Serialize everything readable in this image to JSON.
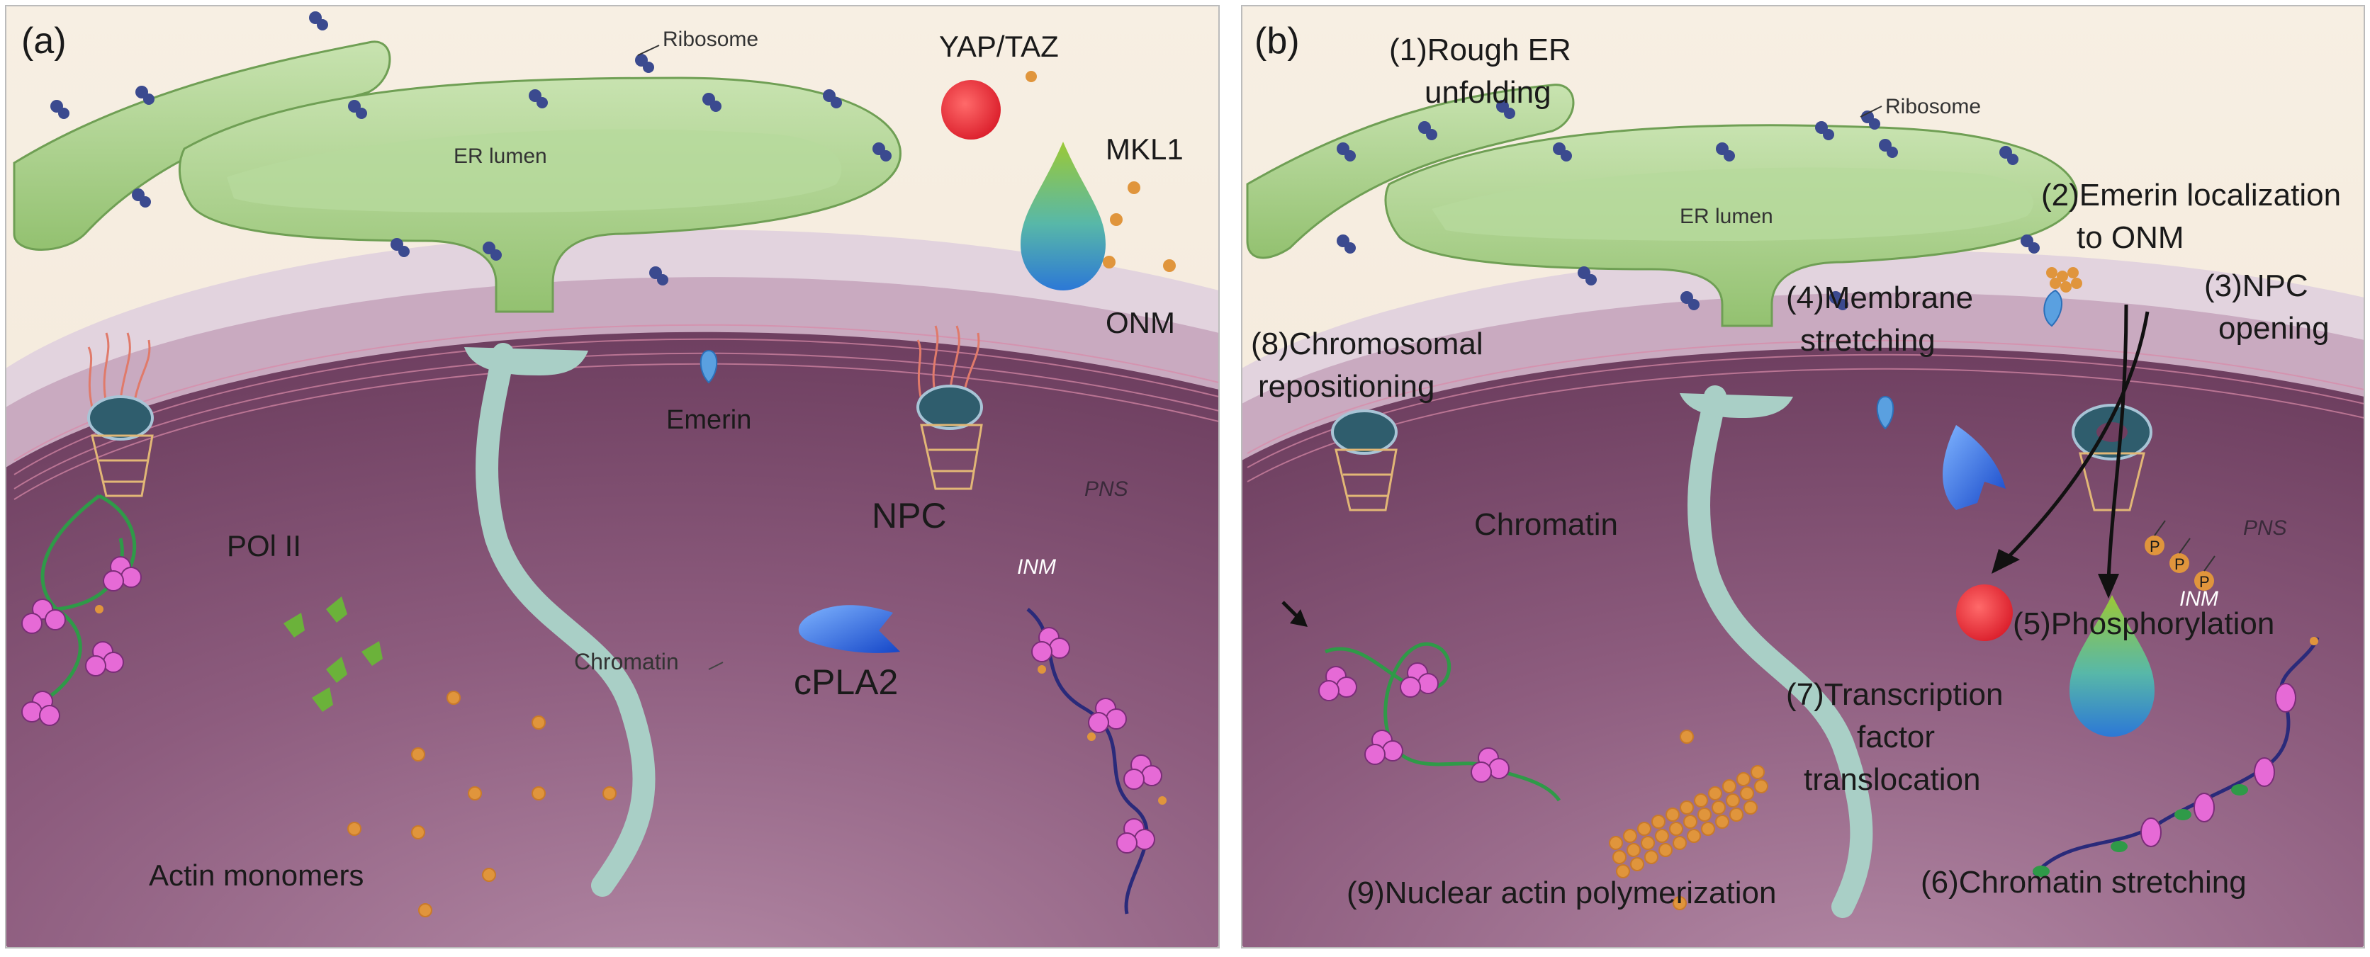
{
  "panel_a": {
    "tag": "(a)",
    "labels": {
      "ribosome": "Ribosome",
      "yap_taz": "YAP/TAZ",
      "mkl1": "MKL1",
      "er_lumen": "ER lumen",
      "onm": "ONM",
      "emerin": "Emerin",
      "npc": "NPC",
      "pns": "PNS",
      "inm": "INM",
      "pol_ii": "POl II",
      "chromatin": "Chromatin",
      "cpla2": "cPLA2",
      "actin_monomers": "Actin monomers"
    }
  },
  "panel_b": {
    "tag": "(b)",
    "labels": {
      "step1_line1": "(1)Rough ER",
      "step1_line2": "unfolding",
      "ribosome": "Ribosome",
      "er_lumen": "ER lumen",
      "step2_line1": "(2)Emerin localization",
      "step2_line2": "to ONM",
      "step3_line1": "(3)NPC",
      "step3_line2": "opening",
      "step4_line1": "(4)Membrane",
      "step4_line2": "stretching",
      "step8_line1": "(8)Chromosomal",
      "step8_line2": "repositioning",
      "chromatin": "Chromatin",
      "pns": "PNS",
      "inm": "INM",
      "phospho_mark": "P",
      "step5": "(5)Phosphorylation",
      "step7_line1": "(7)Transcription",
      "step7_line2": "factor",
      "step7_line3": "translocation",
      "step9": "(9)Nuclear actin polymerization",
      "step6": "(6)Chromatin stretching"
    }
  },
  "colors": {
    "er_green": "#a9cf8e",
    "er_green_dark": "#6f9f54",
    "nucleus_purple": "#7a4a6a",
    "nuclear_envelope": "#c3a8bd",
    "ribosome_blue": "#3b4a8f",
    "yap_red": "#e8323c",
    "actin_orange": "#e0953c",
    "chromatin_pink": "#e66ad6",
    "chromatin_fiber": "#a9cfc6",
    "cpla2_blue": "#2d6fe0",
    "pol_ii_green": "#6bb23a"
  }
}
